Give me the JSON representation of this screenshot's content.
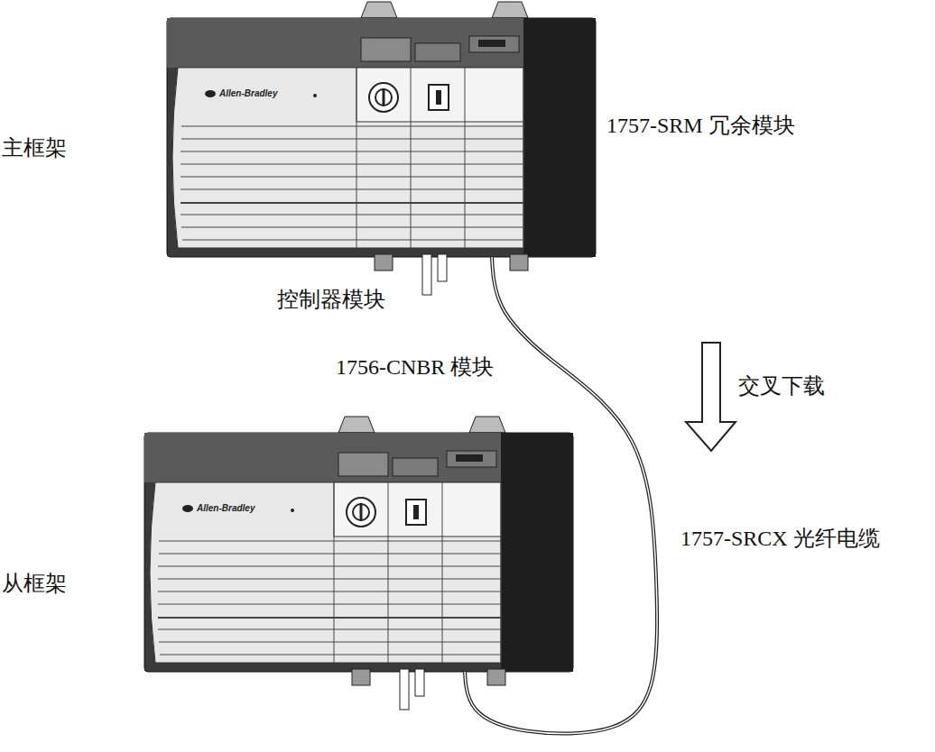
{
  "diagram": {
    "nodes": [
      {
        "text": [
          "主框架",
          "Allen-Bradley"
        ]
      },
      {
        "text": [
          "从框架",
          "Allen-Bradley"
        ]
      }
    ],
    "edges": [
      {
        "from": 0,
        "to": 1,
        "arrow": "none",
        "label": "1757-SRCX 光纤电缆"
      }
    ],
    "labels": [
      "1757-SRM 冗余模块",
      "控制器模块",
      "1756-CNBR 模块",
      "交叉下载"
    ]
  }
}
